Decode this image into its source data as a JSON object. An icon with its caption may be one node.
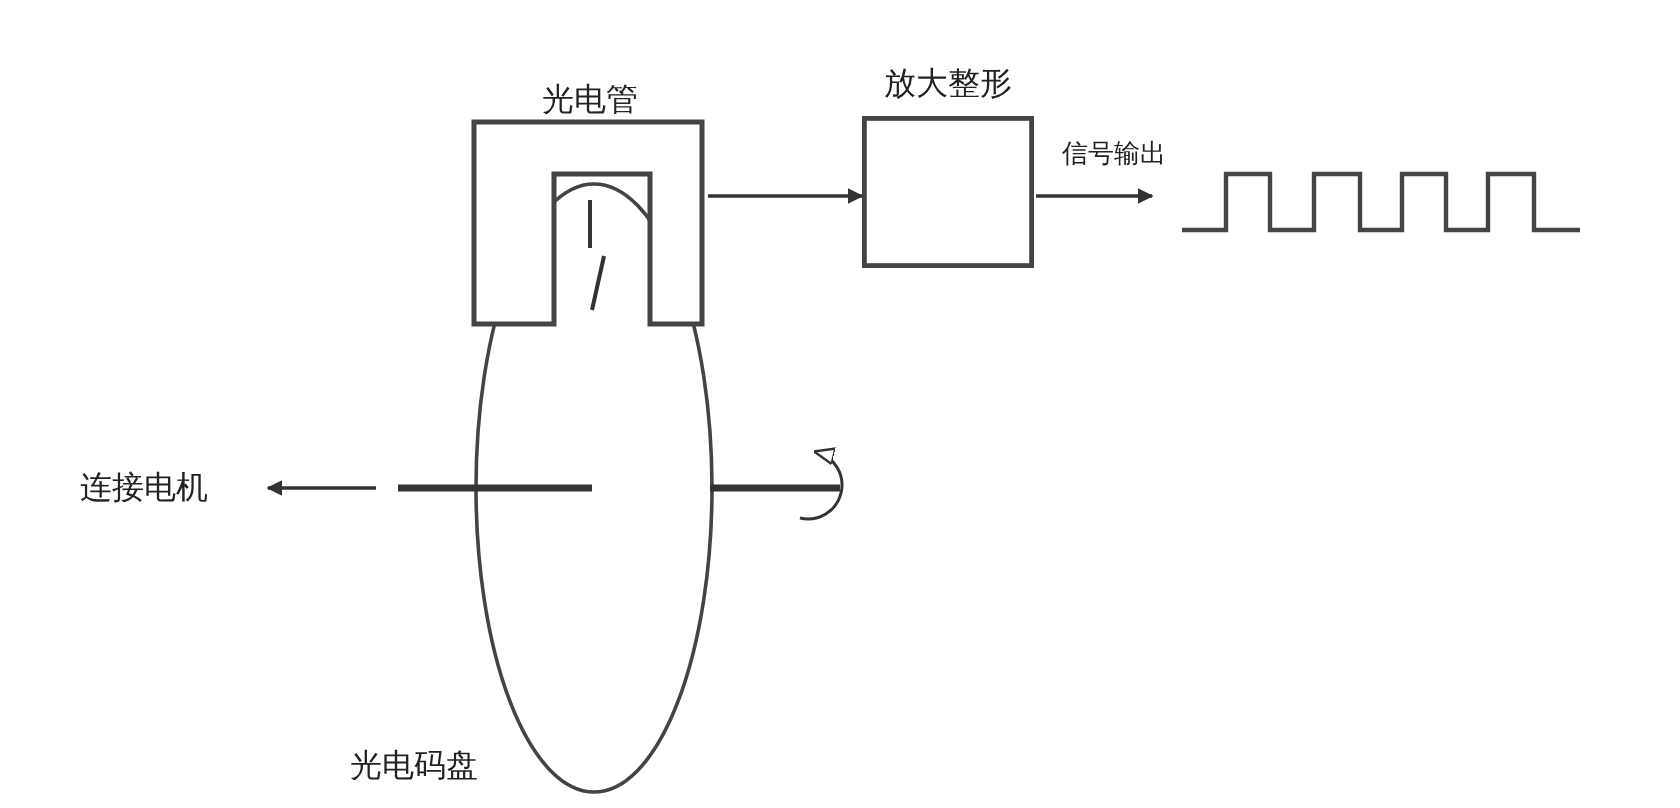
{
  "diagram": {
    "nodes": [
      {
        "text": [
          "光电管"
        ]
      },
      {
        "text": [
          "放大整形"
        ]
      },
      {
        "text": [
          "连接电机"
        ]
      },
      {
        "text": [
          "光电码盘"
        ]
      },
      {
        "text": [],
        "shape": "waveform"
      }
    ],
    "edges": [
      {
        "from": 0,
        "to": 1,
        "arrow": "to"
      },
      {
        "from": 1,
        "to": 4,
        "arrow": "to",
        "label": "信号输出"
      },
      {
        "from": null,
        "to": 2,
        "arrow": "to"
      }
    ]
  }
}
